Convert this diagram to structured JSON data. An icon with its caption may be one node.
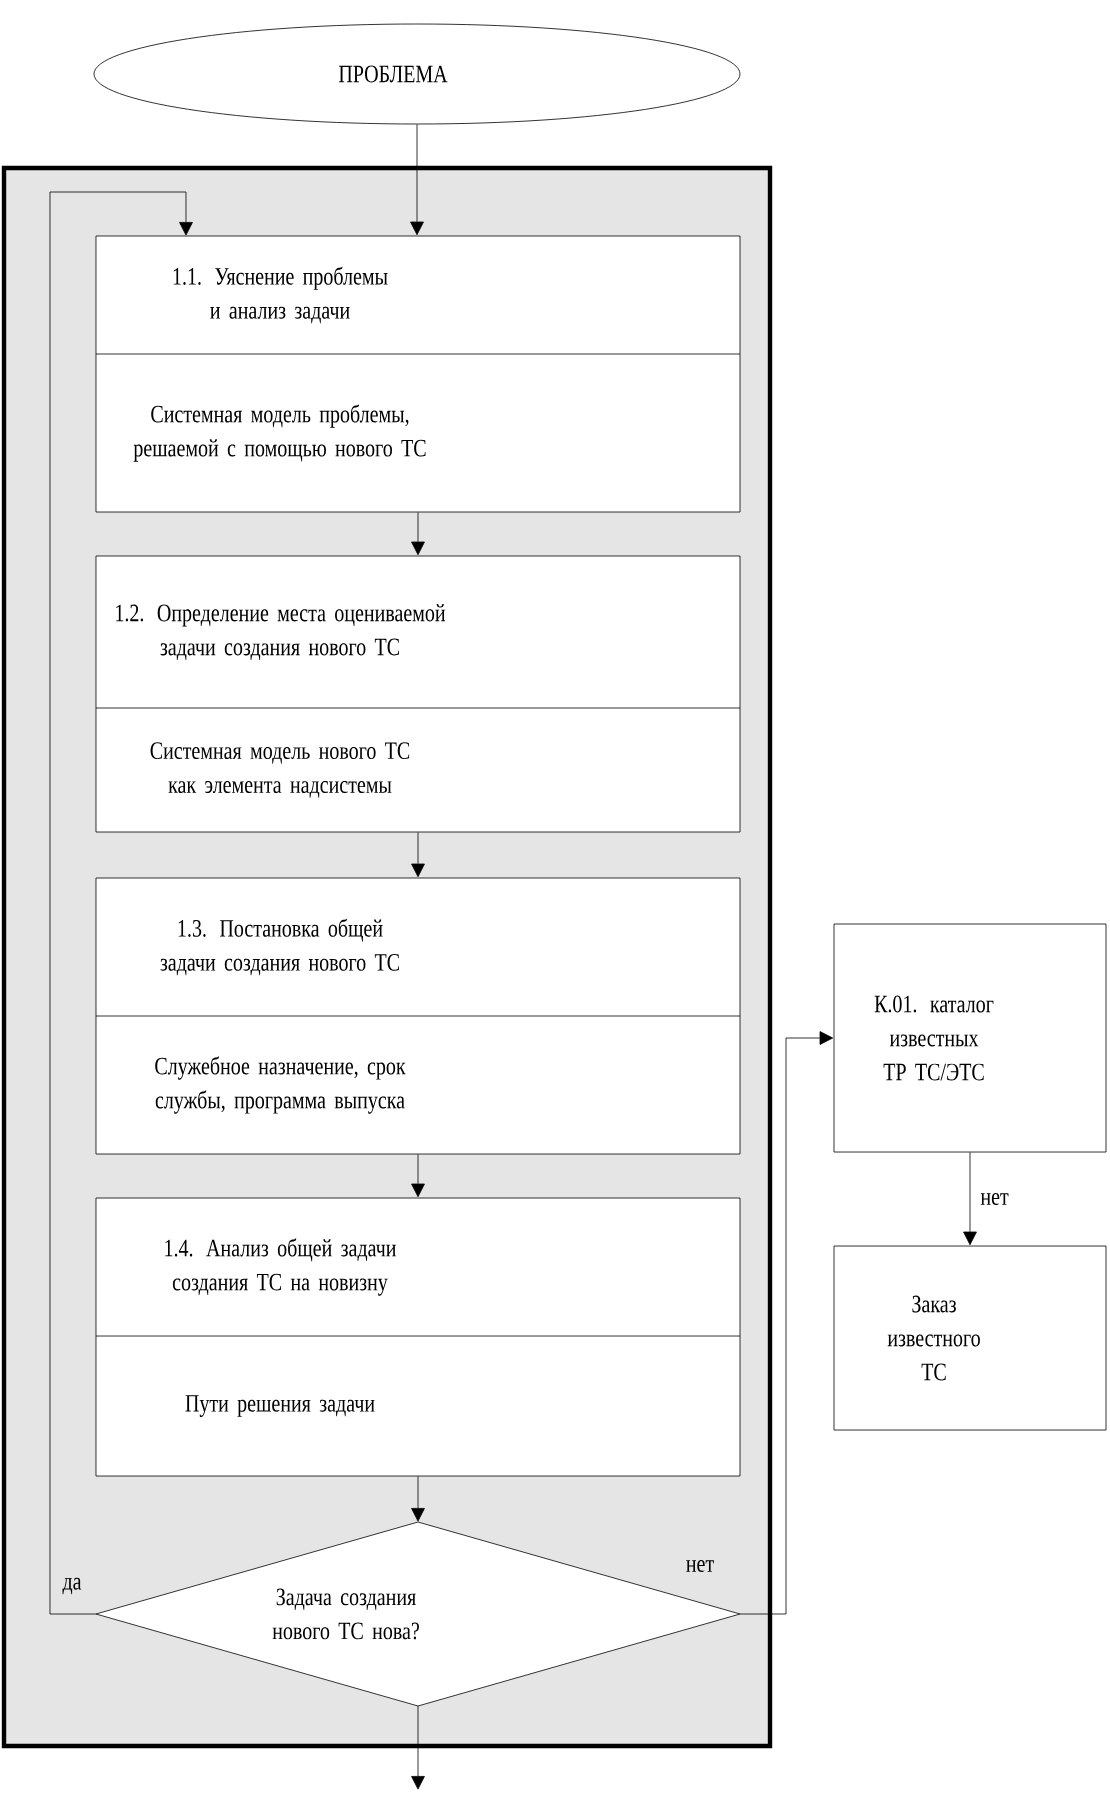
{
  "diagram": {
    "nodes": [
      {
        "text": [
          "ПРОБЛЕМА"
        ]
      },
      {
        "text": [],
        "shape": "box"
      },
      {
        "text": [
          "1.1. Уяснение проблемы и анализ задачи",
          "Системная модель проблемы, решаемой с помощью нового ТС"
        ],
        "in": 1
      },
      {
        "text": [
          "1.2. Определение места оцениваемой задачи создания нового ТС",
          "Системная модель нового ТС как элемента надсистемы"
        ],
        "in": 1
      },
      {
        "text": [
          "1.3. Постановка общей задачи создания нового ТС",
          "Служебное назначение, срок службы, программа выпуска"
        ],
        "in": 1
      },
      {
        "text": [
          "1.4. Анализ общей задачи создания ТС на новизну",
          "Пути решения задачи"
        ],
        "in": 1
      },
      {
        "text": [
          "Задача создания нового ТС нова?"
        ],
        "in": 1
      },
      {
        "text": [
          "К.01. каталог известных ТР ТС/ЭТС"
        ]
      },
      {
        "text": [
          "Заказ известного ТС"
        ]
      }
    ],
    "edges": [
      {
        "from": 0,
        "to": 2,
        "arrow": "to"
      },
      {
        "from": 2,
        "to": 3,
        "arrow": "to"
      },
      {
        "from": 3,
        "to": 4,
        "arrow": "to"
      },
      {
        "from": 4,
        "to": 5,
        "arrow": "to"
      },
      {
        "from": 5,
        "to": 6,
        "arrow": "to"
      },
      {
        "from": 6,
        "to": 2,
        "arrow": "to",
        "label": "да"
      },
      {
        "from": 6,
        "to": 7,
        "arrow": "to",
        "label": "нет"
      },
      {
        "from": 7,
        "to": 8,
        "arrow": "to",
        "label": "нет"
      },
      {
        "from": 6,
        "to": null,
        "arrow": "to"
      }
    ]
  }
}
